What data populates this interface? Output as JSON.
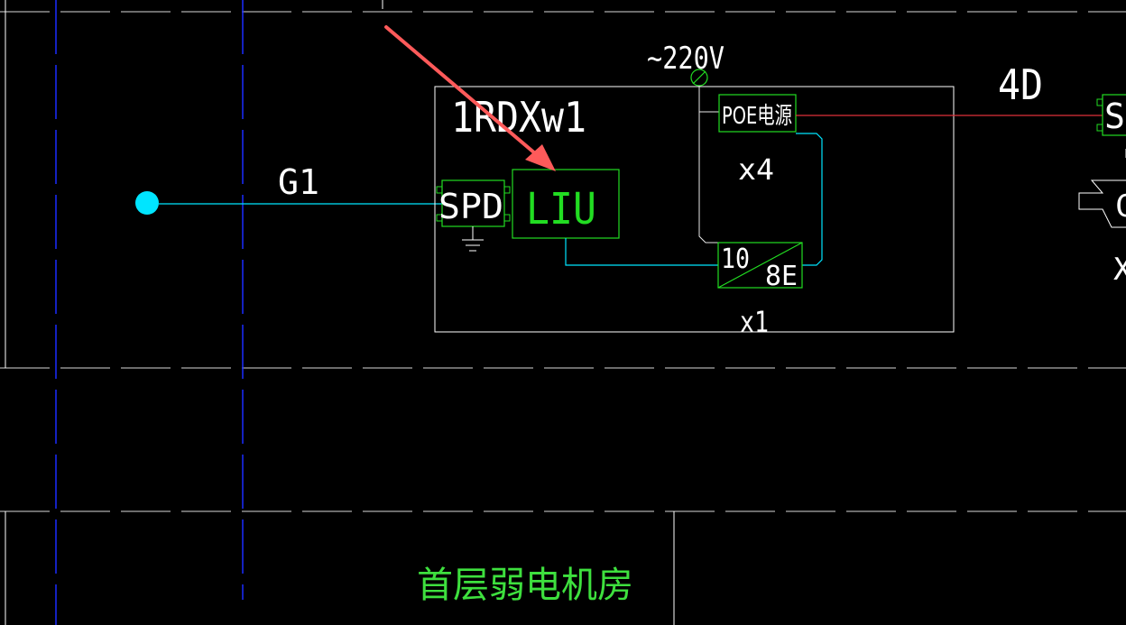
{
  "labels": {
    "cable_g1": "G1",
    "cabinet_name": "1RDXw1",
    "voltage": "~220V",
    "poe_power": "POE电源",
    "poe_qty": "x4",
    "spd": "SPD",
    "liu": "LIU",
    "switch_top": "10",
    "switch_bottom": "8E",
    "switch_qty": "x1",
    "cable_4d": "4D",
    "edge_s": "S",
    "edge_x": "X",
    "edge_c": "C",
    "room_name": "首层弱电机房"
  },
  "colors": {
    "background": "#000000",
    "frame_line": "#ffffff",
    "grid_dashed": "#d8d8d8",
    "axis_blue": "#1a2cff",
    "cyan": "#00e5ff",
    "equipment_green": "#22dd22",
    "room_text_green": "#3ee03e",
    "red_cable": "#e0303a",
    "arrow": "#ff5a5a",
    "text_white": "#ffffff"
  },
  "icons": {
    "node": "cyan-filled-circle",
    "ground": "ground-symbol",
    "power_source": "circle-slash-symbol",
    "pointer": "red-arrow"
  }
}
